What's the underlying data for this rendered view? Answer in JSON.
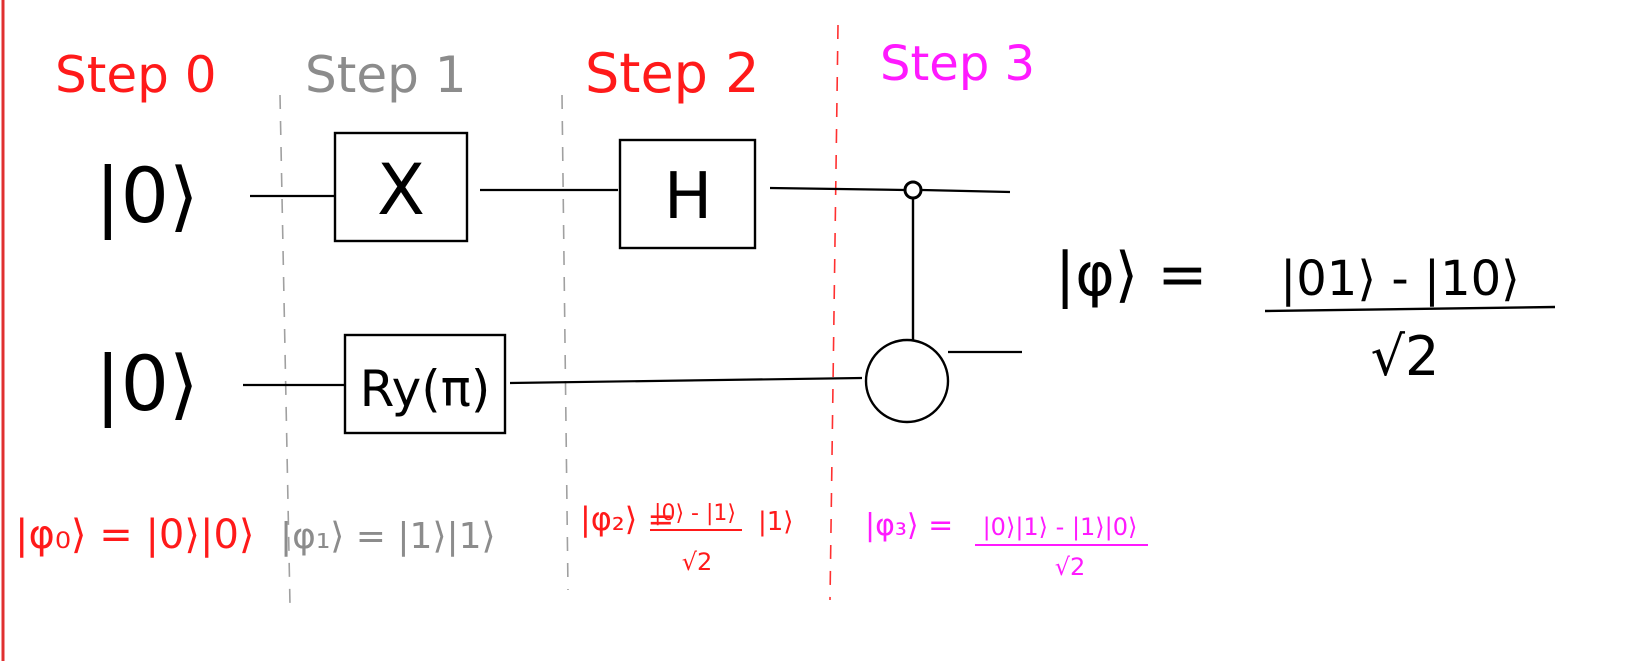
{
  "colors": {
    "red": "#ff1a1a",
    "gray": "#8c8c8c",
    "magenta": "#ff1aff",
    "black": "#000000"
  },
  "steps": [
    {
      "label": "Step 0"
    },
    {
      "label": "Step 1"
    },
    {
      "label": "Step 2"
    },
    {
      "label": "Step 3"
    }
  ],
  "qubits": [
    {
      "initial": "|0⟩"
    },
    {
      "initial": "|0⟩"
    }
  ],
  "gates": {
    "x": "X",
    "ry": "Ry(π)",
    "h": "H"
  },
  "states": {
    "phi0": "|φ₀⟩ = |0⟩|0⟩",
    "phi1": "|φ₁⟩ = |1⟩|1⟩",
    "phi2_lhs": "|φ₂⟩ =",
    "phi2_num": "|0⟩ - |1⟩",
    "phi2_den": "√2",
    "phi2_tail": "|1⟩",
    "phi3_lhs": "|φ₃⟩ =",
    "phi3_num": "|0⟩|1⟩ - |1⟩|0⟩",
    "phi3_den": "√2"
  },
  "final": {
    "lhs": "|φ⟩ =",
    "num": "|01⟩ - |10⟩",
    "den": "√2"
  }
}
